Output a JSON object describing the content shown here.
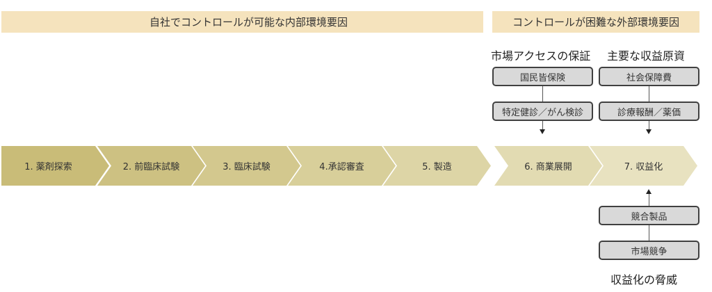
{
  "banners": {
    "internal": "自社でコントロールが可能な内部環境要因",
    "external": "コントロールが困難な外部環境要因"
  },
  "headings": {
    "market_access": "市場アクセスの保証",
    "revenue_source": "主要な収益原資",
    "revenue_threat": "収益化の脅威"
  },
  "boxes": {
    "market_access": [
      "国民皆保険",
      "特定健診／がん検診"
    ],
    "revenue_source": [
      "社会保障費",
      "診療報酬／薬価"
    ],
    "revenue_threat": [
      "競合製品",
      "市場競争"
    ]
  },
  "steps": [
    {
      "label": "1. 薬剤探索",
      "color": "#c9bc78"
    },
    {
      "label": "2. 前臨床試験",
      "color": "#cdc182"
    },
    {
      "label": "3. 臨床試験",
      "color": "#d3c88e"
    },
    {
      "label": "4.承認審査",
      "color": "#d8cf9a"
    },
    {
      "label": "5. 製造",
      "color": "#ddd5a6"
    },
    {
      "label": "6. 商業展開",
      "color": "#e2dbb2"
    },
    {
      "label": "7. 収益化",
      "color": "#e8e2c0"
    }
  ]
}
